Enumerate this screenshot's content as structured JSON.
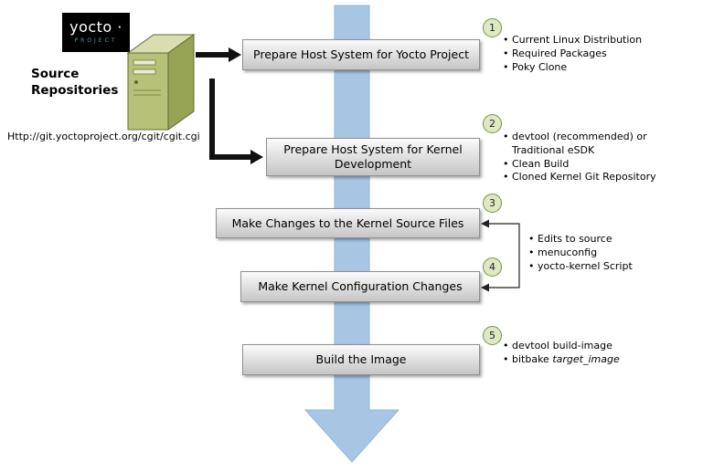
{
  "logo": {
    "wordmark": "yocto",
    "dot": " ·",
    "project": "PROJECT"
  },
  "source": {
    "label": "Source\nRepositories",
    "url": "Http://git.yoctoproject.org/cgit/cgit.cgi"
  },
  "steps": [
    {
      "num": "1",
      "label": "Prepare Host System for Yocto Project",
      "bullets": [
        "Current Linux Distribution",
        "Required Packages",
        "Poky Clone"
      ]
    },
    {
      "num": "2",
      "label": "Prepare Host System for Kernel Development",
      "bullets": [
        "devtool (recommended) or\nTraditional eSDK",
        "Clean Build",
        "Cloned Kernel Git Repository"
      ]
    },
    {
      "num": "3",
      "label": "Make Changes to the Kernel Source Files",
      "bullets": []
    },
    {
      "num": "4",
      "label": "Make Kernel Configuration Changes",
      "bullets": []
    },
    {
      "num": "5",
      "label": "Build the Image",
      "bullets": []
    }
  ],
  "shared_bullets_steps_3_4": [
    "Edits to source",
    "menuconfig",
    "yocto-kernel Script"
  ],
  "step5_bullets": {
    "item1": "devtool build-image",
    "item2_prefix": "bitbake ",
    "item2_arg": "target_image"
  },
  "icons": {
    "bullet": "•"
  },
  "colors": {
    "flow_arrow": "#a7c6e4",
    "box_gradient_top": "#fbfbfb",
    "box_gradient_bottom": "#c5c5c5",
    "circle_fill": "#dde8c5",
    "circle_border": "#76923c",
    "server_green": "#b7c178",
    "logo_project_teal": "#45a1a5",
    "connector_black": "#111111"
  }
}
